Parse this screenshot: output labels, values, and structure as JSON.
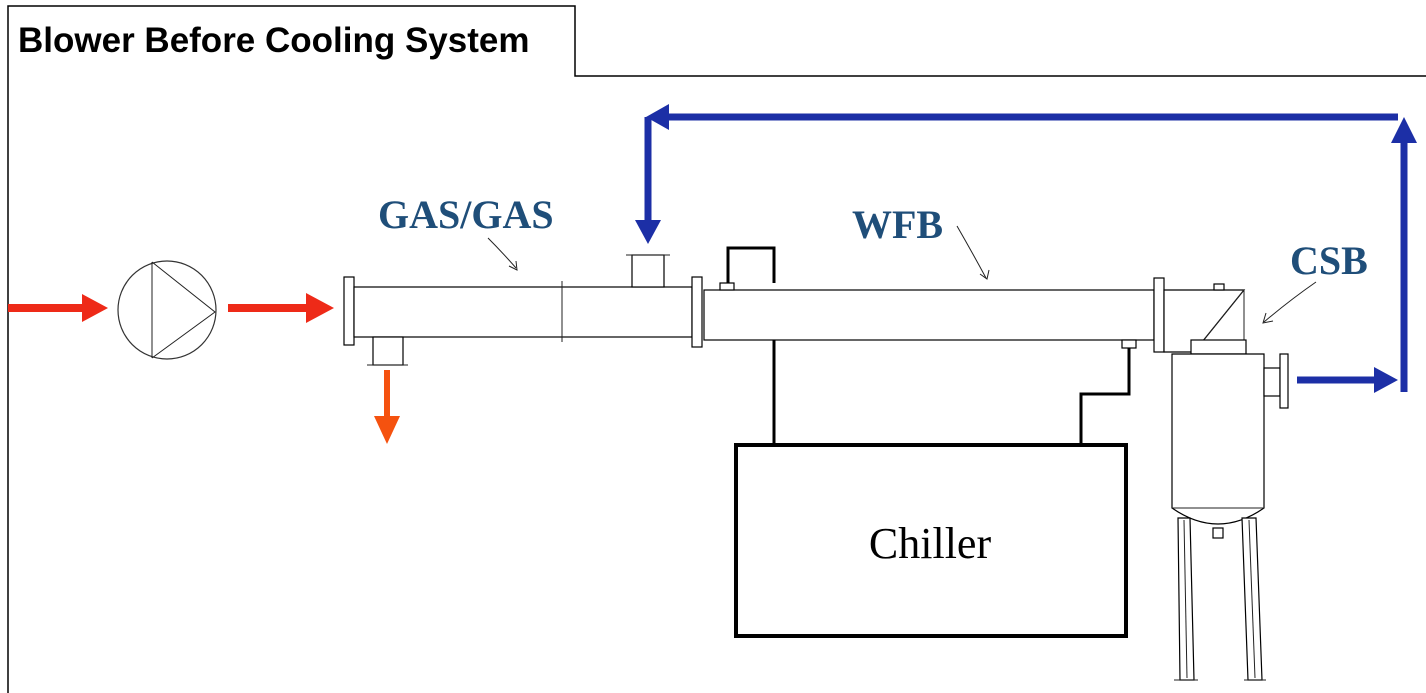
{
  "title": "Blower Before Cooling System",
  "labels": {
    "gas_gas": "GAS/GAS",
    "wfb": "WFB",
    "csb": "CSB",
    "chiller": "Chiller"
  },
  "colors": {
    "inlet_arrow": "#ee2a18",
    "drain_arrow": "#f5520f",
    "return_loop": "#1c2fa6",
    "label_text": "#1f4e79"
  },
  "icons": {
    "blower": "pump-symbol-icon"
  }
}
